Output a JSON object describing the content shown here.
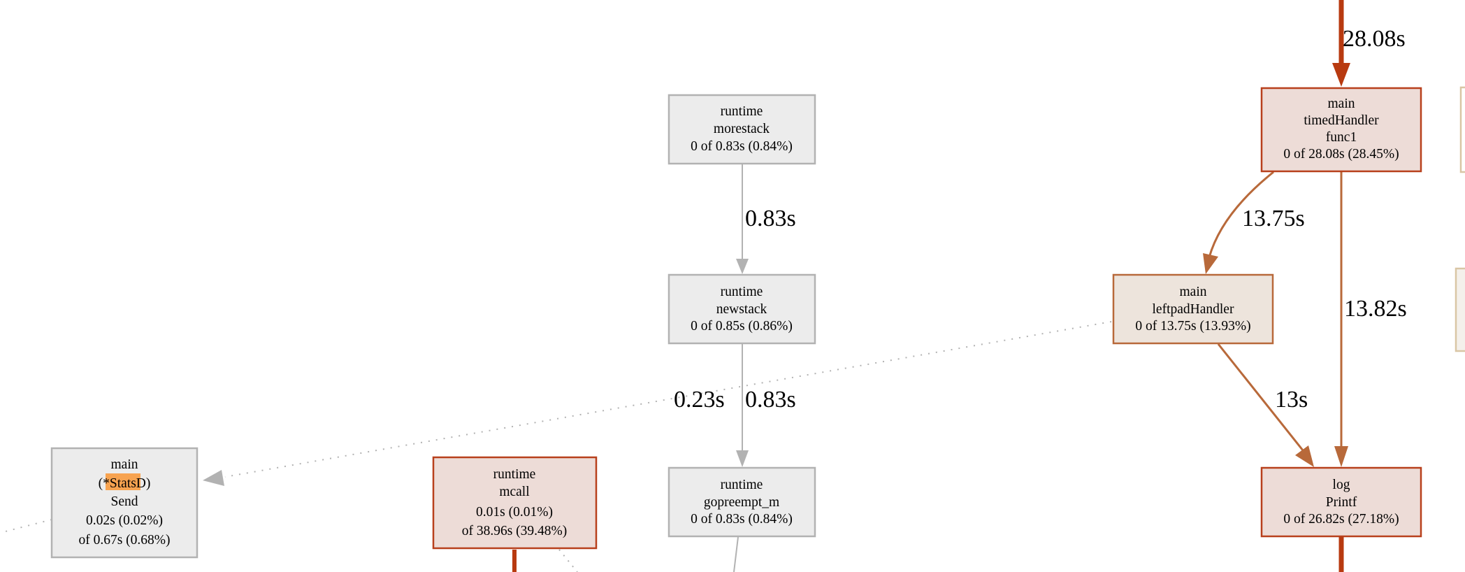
{
  "colors": {
    "gray_fill": "#ececec",
    "gray_stroke": "#b2b2b2",
    "hot_fill": "#eddcd7",
    "hot_stroke": "#b8401c",
    "warm_fill": "#ede4dc",
    "warm_stroke": "#b8693a",
    "search_highlight": "#f7a350"
  },
  "search": {
    "term": "Stats"
  },
  "nodes": {
    "morestack": {
      "lines": [
        "runtime",
        "morestack",
        "0 of 0.83s (0.84%)"
      ]
    },
    "newstack": {
      "lines": [
        "runtime",
        "newstack",
        "0 of 0.85s (0.86%)"
      ]
    },
    "gopreempt": {
      "lines": [
        "runtime",
        "gopreempt_m",
        "0 of 0.83s (0.84%)"
      ]
    },
    "mcall": {
      "lines": [
        "runtime",
        "mcall",
        "0.01s (0.01%)",
        "of 38.96s (39.48%)"
      ]
    },
    "statsd": {
      "line1": "main",
      "line2_pre": "(*",
      "line2_hl": "Stats",
      "line2_post": "D)",
      "line3": "Send",
      "line4": "0.02s (0.02%)",
      "line5": "of 0.67s (0.68%)"
    },
    "timedHandler": {
      "lines": [
        "main",
        "timedHandler",
        "func1",
        "0 of 28.08s (28.45%)"
      ]
    },
    "leftpadHandler": {
      "lines": [
        "main",
        "leftpadHandler",
        "0 of 13.75s (13.93%)"
      ]
    },
    "printf": {
      "lines": [
        "log",
        "Printf",
        "0 of 26.82s (27.18%)"
      ]
    }
  },
  "edges": {
    "into_timed": "28.08s",
    "morestack_newstack": "0.83s",
    "newstack_gopreempt": "0.83s",
    "leftpad_statsd": "0.23s",
    "timed_leftpad": "13.75s",
    "timed_printf": "13.82s",
    "leftpad_printf": "13s"
  }
}
